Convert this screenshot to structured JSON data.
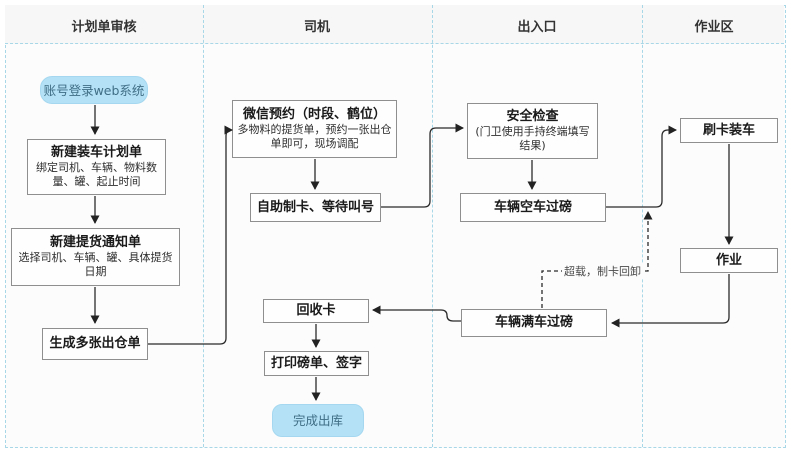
{
  "lanes": [
    {
      "label": "计划单审核"
    },
    {
      "label": "司机"
    },
    {
      "label": "出入口"
    },
    {
      "label": "作业区"
    }
  ],
  "nodes": {
    "login": {
      "title": "账号登录web系统",
      "kind": "start"
    },
    "create_plan": {
      "title": "新建装车计划单",
      "subtitle": "绑定司机、车辆、物料数量、罐、起止时间"
    },
    "create_notice": {
      "title": "新建提货通知单",
      "subtitle": "选择司机、车辆、罐、具体提货日期"
    },
    "gen_orders": {
      "title": "生成多张出仓单"
    },
    "wechat_booking": {
      "title": "微信预约（时段、鹤位）",
      "subtitle": "多物料的提货单，预约一张出仓单即可，现场调配"
    },
    "self_card": {
      "title": "自助制卡、等待叫号"
    },
    "safety_check": {
      "title": "安全检查",
      "subtitle": "(门卫使用手持终端填写结果)"
    },
    "empty_weigh": {
      "title": "车辆空车过磅"
    },
    "swipe_load": {
      "title": "刷卡装车"
    },
    "work": {
      "title": "作业"
    },
    "full_weigh": {
      "title": "车辆满车过磅"
    },
    "recycle_card": {
      "title": "回收卡"
    },
    "print_sign": {
      "title": "打印磅单、签字"
    },
    "done": {
      "title": "完成出库",
      "kind": "end"
    }
  },
  "edge_labels": {
    "overload": "超载，制卡回卸"
  },
  "colors": {
    "start_end_fill": "#b4e1f6",
    "lane_line": "#a8d7e8",
    "header_bg": "#f7f7f7",
    "body_bg": "#fcfcfc",
    "box_border": "#8f8f8f",
    "arrow": "#222222"
  }
}
